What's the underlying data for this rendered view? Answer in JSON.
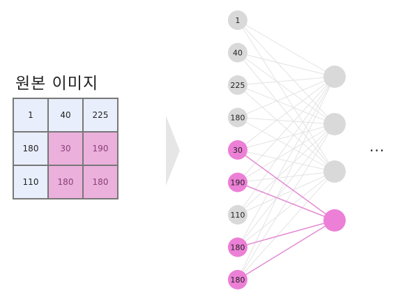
{
  "title": "원본 이미지",
  "grid": [
    [
      {
        "v": "1",
        "hl": false
      },
      {
        "v": "40",
        "hl": false
      },
      {
        "v": "225",
        "hl": false
      }
    ],
    [
      {
        "v": "180",
        "hl": false
      },
      {
        "v": "30",
        "hl": true
      },
      {
        "v": "190",
        "hl": true
      }
    ],
    [
      {
        "v": "110",
        "hl": false
      },
      {
        "v": "180",
        "hl": true
      },
      {
        "v": "180",
        "hl": true
      }
    ]
  ],
  "inputs": [
    {
      "v": "1",
      "hl": false
    },
    {
      "v": "40",
      "hl": false
    },
    {
      "v": "225",
      "hl": false
    },
    {
      "v": "180",
      "hl": false
    },
    {
      "v": "30",
      "hl": true
    },
    {
      "v": "190",
      "hl": true
    },
    {
      "v": "110",
      "hl": false
    },
    {
      "v": "180",
      "hl": true
    },
    {
      "v": "180",
      "hl": true
    }
  ],
  "outputs": [
    {
      "hl": false
    },
    {
      "hl": false
    },
    {
      "hl": false
    },
    {
      "hl": true
    }
  ],
  "ellipsis": "...",
  "colors": {
    "highlight": "#ec7fd6",
    "highlight_edge": "#e38ad3",
    "node_gray": "#d9d9d9",
    "edge_gray": "#e3e3e3",
    "cell_plain": "#e8eefb",
    "cell_highlight": "#ebb0dc"
  }
}
